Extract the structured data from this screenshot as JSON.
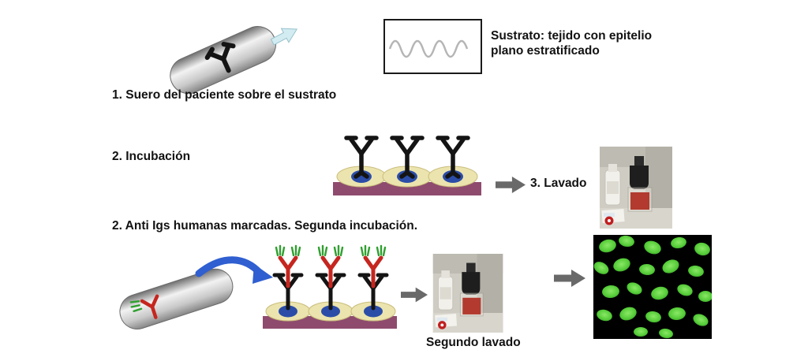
{
  "diagram": {
    "step1_label": "1. Suero del paciente sobre el sustrato",
    "substrate_caption": "Sustrato: tejido con epitelio plano estratificado",
    "step2_label": "2. Incubación",
    "step3_label": "3. Lavado",
    "step4_label": "2. Anti Igs humanas marcadas. Segunda incubación.",
    "second_wash_label": "Segundo lavado"
  },
  "colors": {
    "substrate_bar": "#8e4b6e",
    "antibody_black": "#141414",
    "antibody_red": "#c5261f",
    "fluor_label_green": "#2fa02f",
    "cell_yellow": "#ece4ae",
    "nucleus_blue": "#2b4da8",
    "arrow_gray": "#696969",
    "arrow_blue": "#2f5fd0",
    "arrow_lightblue": "#d2ecf2",
    "fluorescence_green": "#5ad23f",
    "fluorescence_bg": "#000000"
  }
}
